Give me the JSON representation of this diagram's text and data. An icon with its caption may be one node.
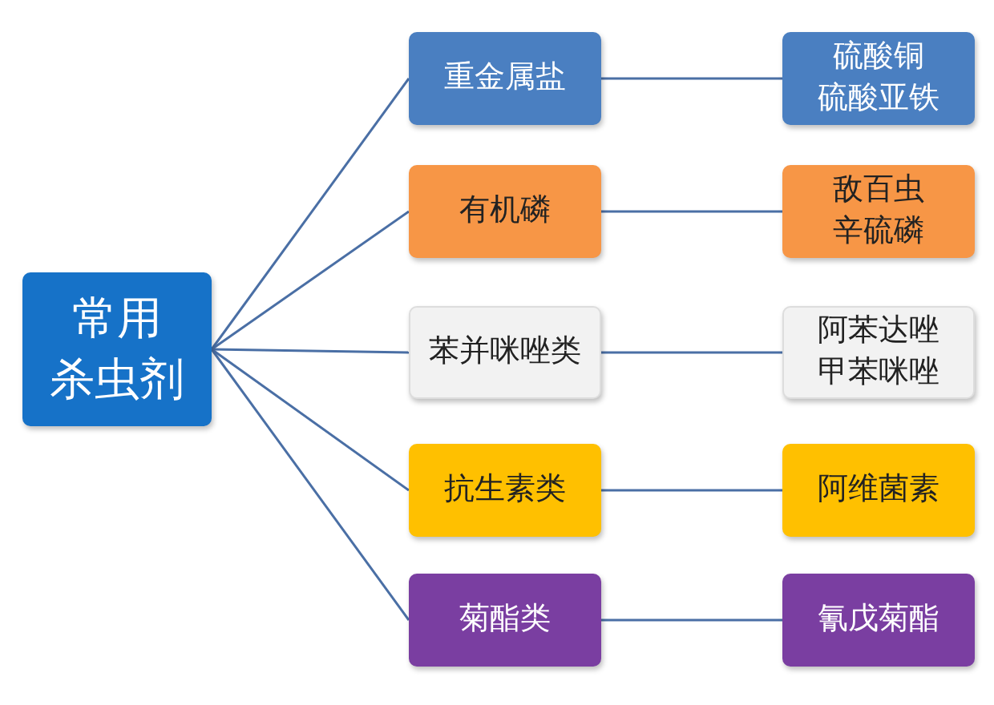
{
  "diagram": {
    "nodes": [
      {
        "text": [
          "常用",
          "杀虫剂"
        ]
      },
      {
        "text": [
          "重金属盐"
        ]
      },
      {
        "text": [
          "有机磷"
        ]
      },
      {
        "text": [
          "苯并咪唑类"
        ]
      },
      {
        "text": [
          "抗生素类"
        ]
      },
      {
        "text": [
          "菊酯类"
        ]
      },
      {
        "text": [
          "硫酸铜",
          "硫酸亚铁"
        ]
      },
      {
        "text": [
          "敌百虫",
          "辛硫磷"
        ]
      },
      {
        "text": [
          "阿苯达唑",
          "甲苯咪唑"
        ]
      },
      {
        "text": [
          "阿维菌素"
        ]
      },
      {
        "text": [
          "氰戊菊酯"
        ]
      }
    ],
    "edges": [
      {
        "from": 0,
        "to": 1,
        "arrow": "none"
      },
      {
        "from": 0,
        "to": 2,
        "arrow": "none"
      },
      {
        "from": 0,
        "to": 3,
        "arrow": "none"
      },
      {
        "from": 0,
        "to": 4,
        "arrow": "none"
      },
      {
        "from": 0,
        "to": 5,
        "arrow": "none"
      },
      {
        "from": 1,
        "to": 6,
        "arrow": "none"
      },
      {
        "from": 2,
        "to": 7,
        "arrow": "none"
      },
      {
        "from": 3,
        "to": 8,
        "arrow": "none"
      },
      {
        "from": 4,
        "to": 9,
        "arrow": "none"
      },
      {
        "from": 5,
        "to": 10,
        "arrow": "none"
      }
    ]
  }
}
